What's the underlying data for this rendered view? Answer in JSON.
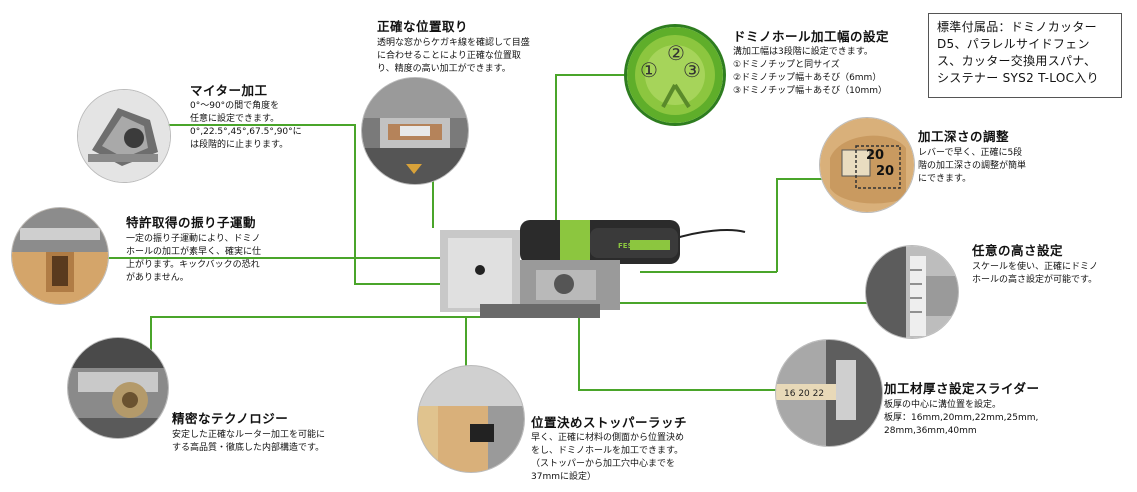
{
  "accessories": {
    "lines": [
      "標準付属品：ドミノカッター",
      "D5、パラレルサイドフェン",
      "ス、カッター交換用スパナ、",
      "システナー SYS2 T-LOC入り"
    ]
  },
  "features": {
    "position": {
      "title": "正確な位置取り",
      "lines": [
        "透明な窓からケガキ線を確認して目盛",
        "に合わせることにより正確な位置取",
        "り、精度の高い加工ができます。"
      ]
    },
    "width": {
      "title": "ドミノホール加工幅の設定",
      "lines": [
        "溝加工幅は3段階に設定できます。",
        "①ドミノチップと同サイズ",
        "②ドミノチップ幅＋あそび（6mm）",
        "③ドミノチップ幅＋あそび（10mm）"
      ],
      "dial": [
        "①",
        "②",
        "③"
      ]
    },
    "miter": {
      "title": "マイター加工",
      "lines": [
        "0°～90°の間で角度を",
        "任意に設定できます。",
        "0°,22.5°,45°,67.5°,90°に",
        "は段階的に止まります。"
      ]
    },
    "depth": {
      "title": "加工深さの調整",
      "lines": [
        "レバーで早く、正確に5段",
        "階の加工深さの調整が簡単",
        "にできます。"
      ],
      "marks": [
        "20",
        "20"
      ]
    },
    "pendulum": {
      "title": "特許取得の振り子運動",
      "lines": [
        "一定の振り子運動により、ドミノ",
        "ホールの加工が素早く、確実に仕",
        "上がります。キックバックの恐れ",
        "がありません。"
      ]
    },
    "height": {
      "title": "任意の高さ設定",
      "lines": [
        "スケールを使い、正確にドミノ",
        "ホールの高さ設定が可能です。"
      ]
    },
    "precision": {
      "title": "精密なテクノロジー",
      "lines": [
        "安定した正確なルーター加工を可能に",
        "する高品質・徹底した内部構造です。"
      ]
    },
    "stopper": {
      "title": "位置決めストッパーラッチ",
      "lines": [
        "早く、正確に材料の側面から位置決め",
        "をし、ドミノホールを加工できます。",
        "（ストッパーから加工穴中心までを",
        "37mmに設定）"
      ]
    },
    "thickness": {
      "title": "加工材厚さ設定スライダー",
      "lines": [
        "板厚の中心に溝位置を設定。",
        "板厚：16mm,20mm,22mm,25mm,",
        "28mm,36mm,40mm"
      ]
    }
  },
  "product": {
    "brand": "FESTOOL"
  },
  "colors": {
    "accent_green": "#8cc63f",
    "line_green": "#4aa52a",
    "wood": "#d9b07a"
  }
}
